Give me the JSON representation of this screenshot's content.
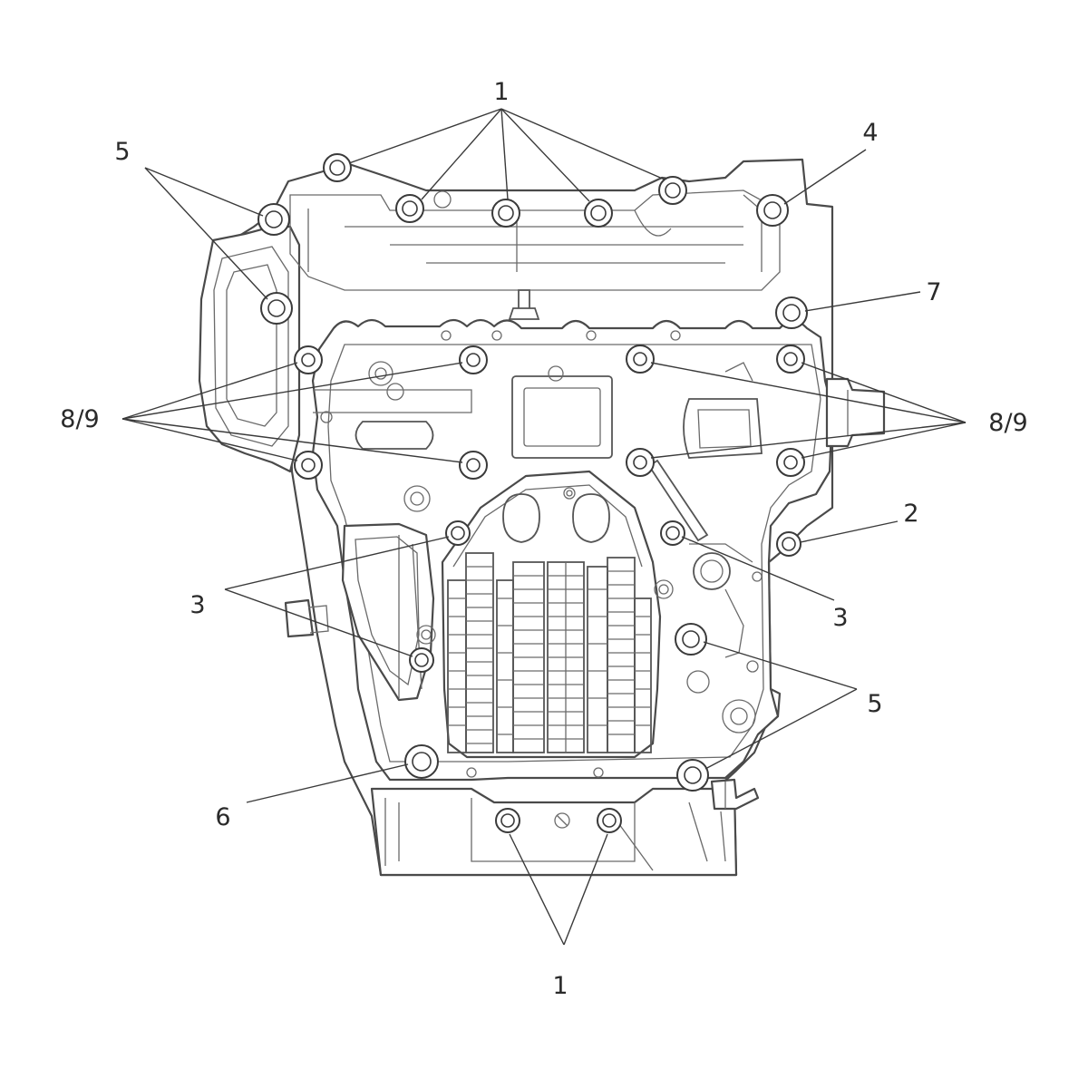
{
  "callouts": {
    "c1_top": "1",
    "c1_bottom": "1",
    "c2": "2",
    "c3_left": "3",
    "c3_right": "3",
    "c4": "4",
    "c5_topleft": "5",
    "c5_right": "5",
    "c6": "6",
    "c7": "7",
    "c89_left": "8/9",
    "c89_right": "8/9"
  }
}
